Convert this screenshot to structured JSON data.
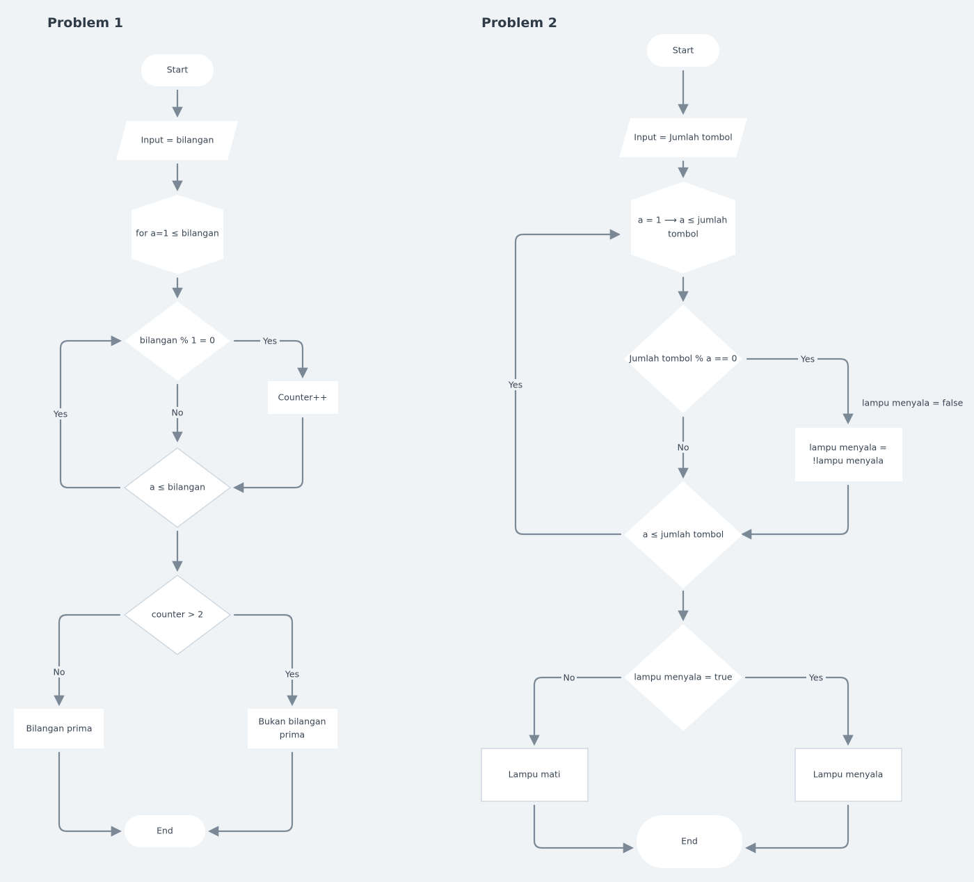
{
  "titles": {
    "problem1": "Problem 1",
    "problem2": "Problem 2"
  },
  "problem1": {
    "nodes": {
      "start": "Start",
      "input": "Input = bilangan",
      "loop": "for a=1 ≤ bilangan",
      "check_mod": "bilangan % 1 = 0",
      "counter": "Counter++",
      "loop_cond": "a ≤ bilangan",
      "check_counter": "counter > 2",
      "prime": "Bilangan prima",
      "not_prime": [
        "Bukan bilangan",
        "prima"
      ],
      "end": "End"
    },
    "edge_labels": {
      "mod_yes": "Yes",
      "mod_no": "No",
      "loop_yes": "Yes",
      "counter_no": "No",
      "counter_yes": "Yes"
    }
  },
  "problem2": {
    "nodes": {
      "start": "Start",
      "input": "Input = Jumlah tombol",
      "loop": [
        "a = 1 ⟶ a ≤ jumlah",
        "tombol"
      ],
      "check_mod": "Jumlah tombol % a == 0",
      "toggle": [
        "lampu menyala =",
        "!lampu menyala"
      ],
      "loop_cond": "a ≤ jumlah tombol",
      "check_on": "lampu menyala = true",
      "off": "Lampu mati",
      "on": "Lampu menyala",
      "end": "End"
    },
    "edge_labels": {
      "mod_yes": "Yes",
      "mod_no": "No",
      "loop_yes": "Yes",
      "on_no": "No",
      "on_yes": "Yes"
    },
    "note": "lampu menyala = false"
  },
  "colors": {
    "background": "#eff3f6",
    "node_fill": "#ffffff",
    "edge": "#7b8896",
    "text": "#3a4654",
    "title": "#2f3b48"
  }
}
